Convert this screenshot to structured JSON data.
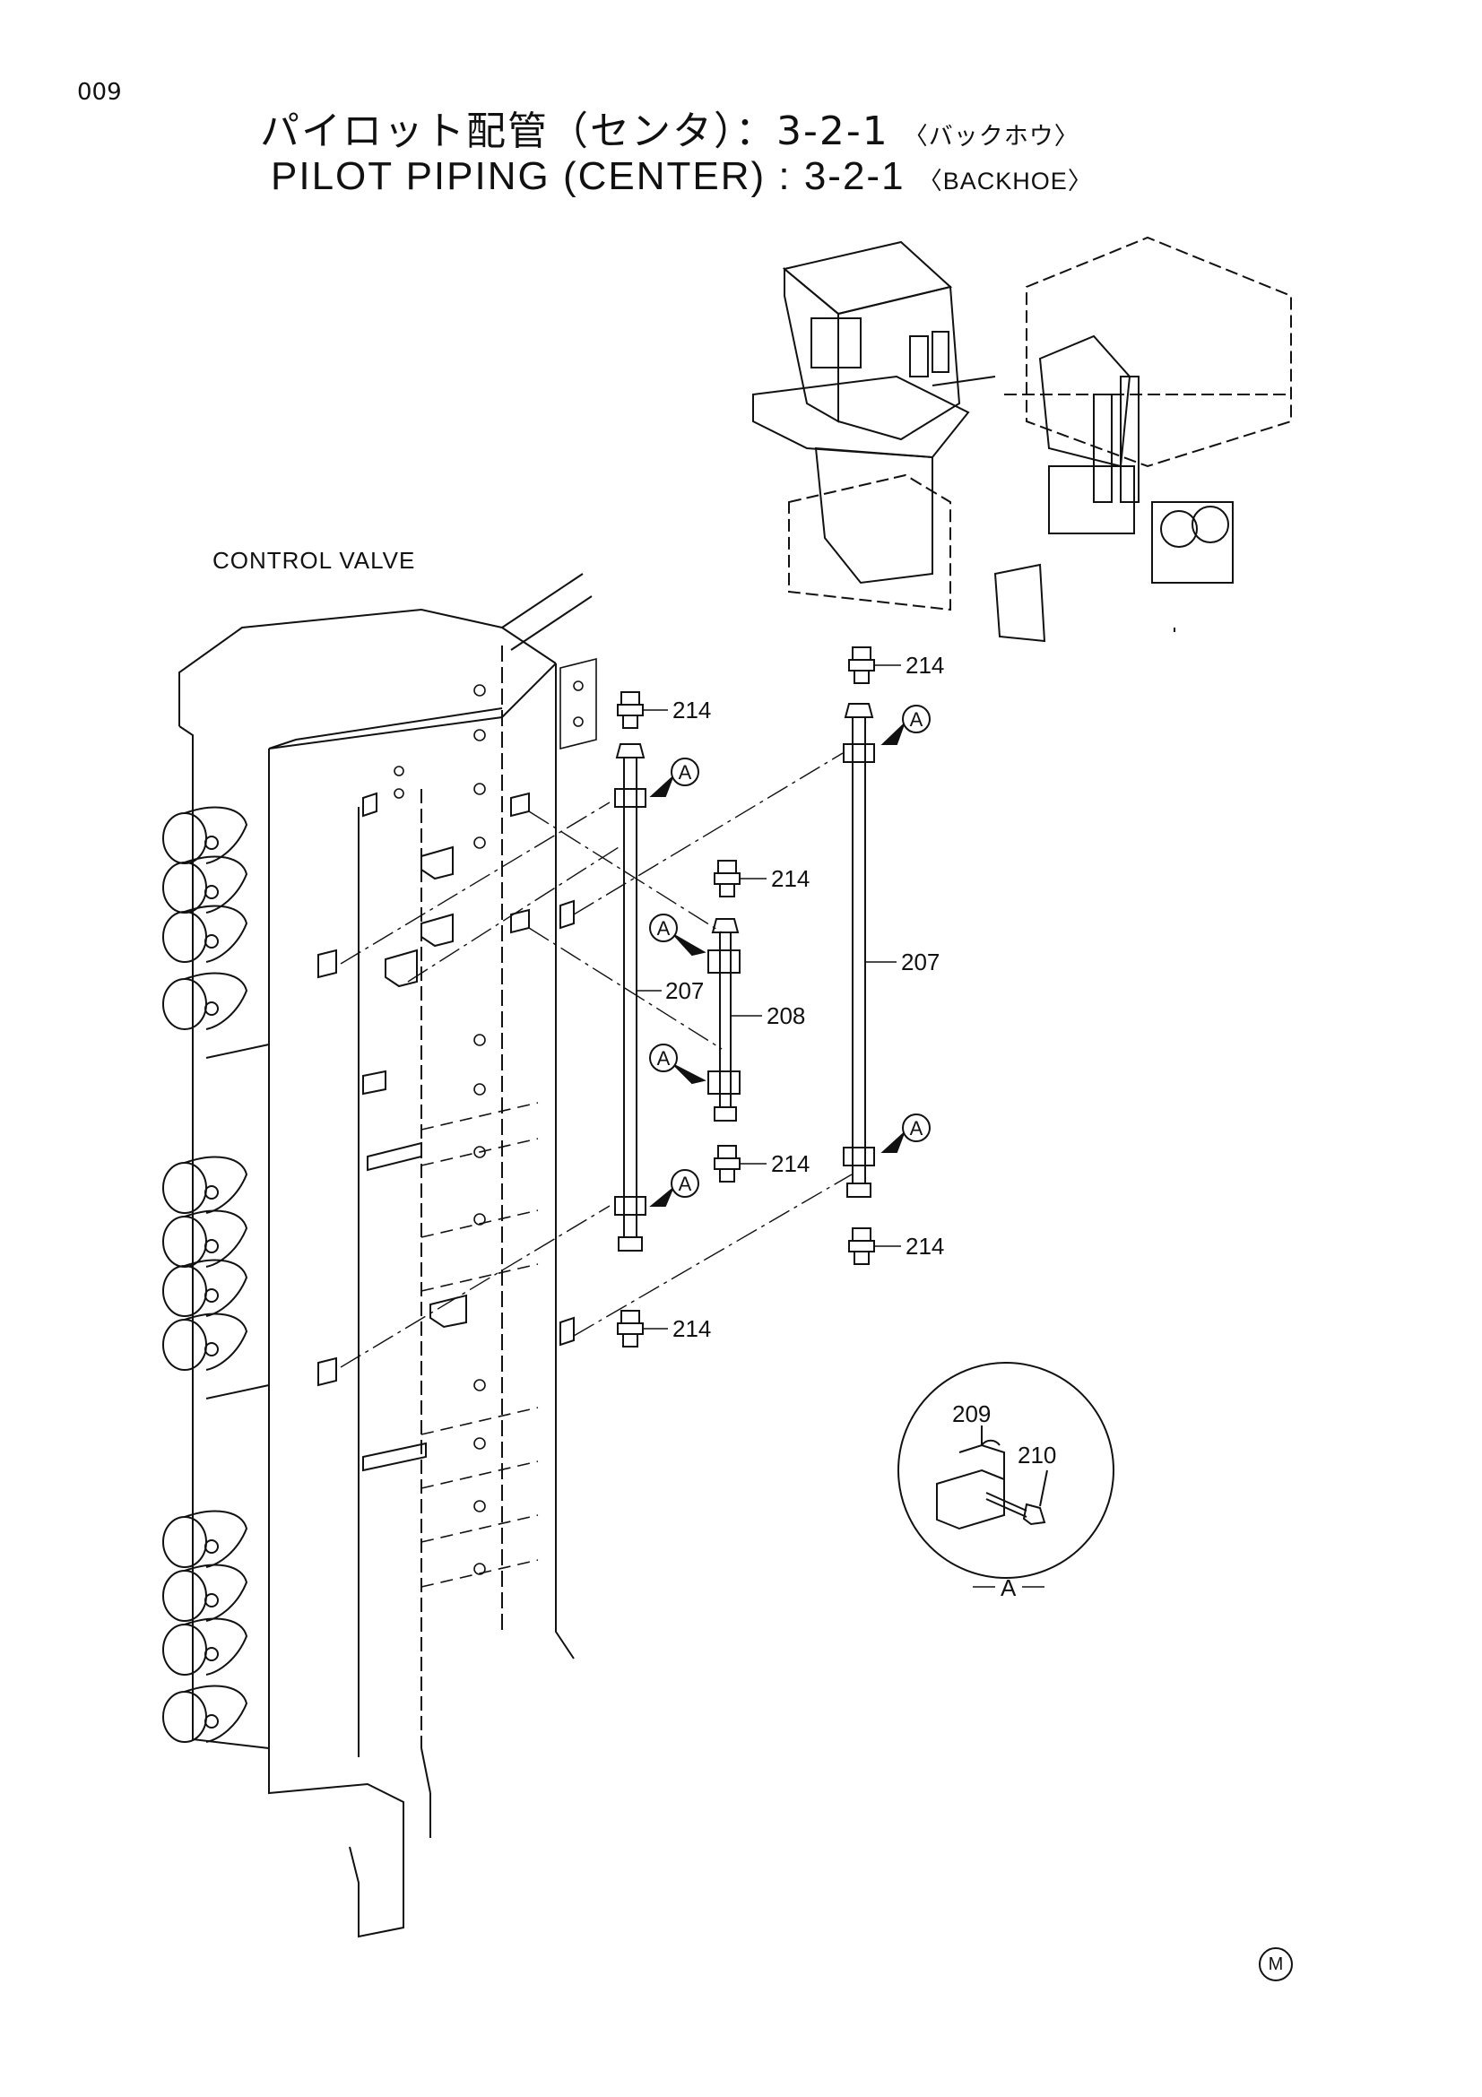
{
  "page_number": "009",
  "title_jp": "パイロット配管（センタ）：3-2-1",
  "title_jp_sub": "〈バックホウ〉",
  "title_en": "PILOT PIPING (CENTER) : 3-2-1",
  "title_en_sub": "〈BACKHOE〉",
  "control_valve_label": "CONTROL VALVE",
  "callouts": {
    "c214_top_right": "214",
    "c214_top_left": "214",
    "c214_mid": "214",
    "c214_mid_low": "214",
    "c214_right_low": "214",
    "c214_bottom": "214",
    "c207_left": "207",
    "c207_right": "207",
    "c208": "208",
    "c209": "209",
    "c210": "210"
  },
  "detail_ref": "A",
  "detail_label": "A",
  "corner_mark": "M"
}
